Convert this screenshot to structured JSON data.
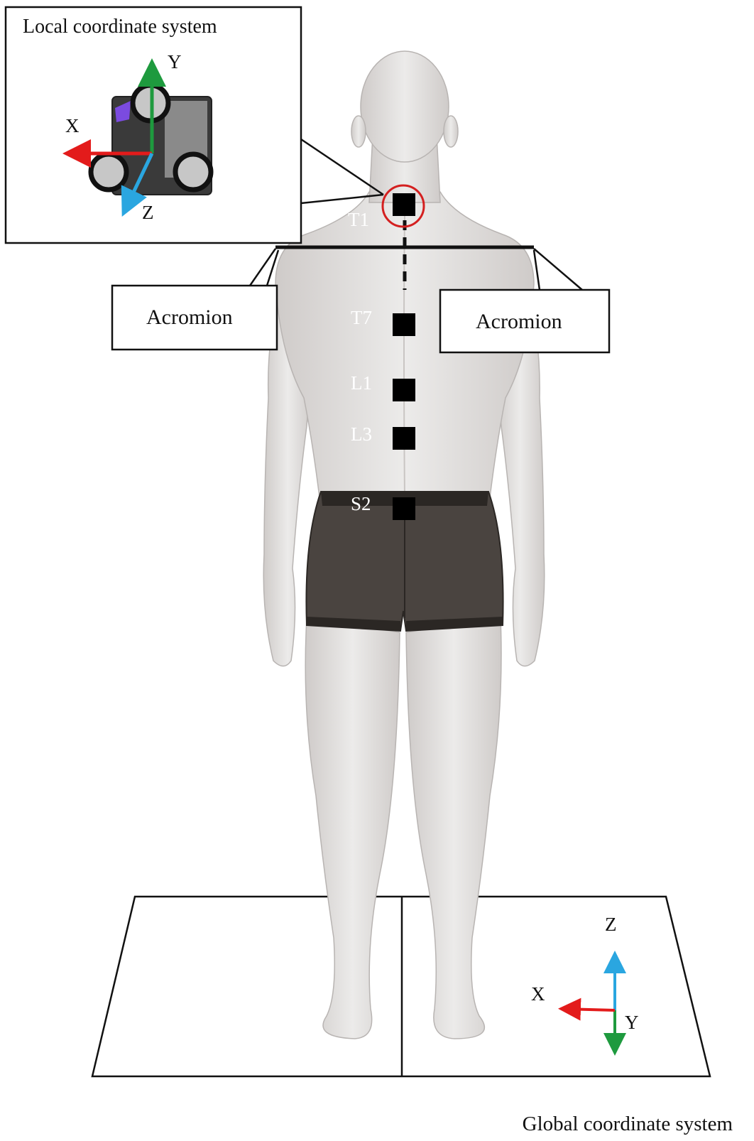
{
  "local_box": {
    "title": "Local coordinate system",
    "axes": {
      "x": "X",
      "y": "Y",
      "z": "Z"
    }
  },
  "markers": [
    {
      "label": "T1",
      "circled": true
    },
    {
      "label": "T7"
    },
    {
      "label": "L1"
    },
    {
      "label": "L3"
    },
    {
      "label": "S2"
    }
  ],
  "acromion": {
    "left": "Acromion",
    "right": "Acromion"
  },
  "global": {
    "title": "Global coordinate system",
    "axes": {
      "x": "X",
      "y": "Y",
      "z": "Z"
    }
  },
  "colors": {
    "x_axis": "#e31b1b",
    "y_axis": "#1e9a3e",
    "z_axis": "#2aa6e0",
    "marker_circle": "#d42020",
    "skin": "#e6e3e1",
    "shorts": "#3f3a36"
  }
}
